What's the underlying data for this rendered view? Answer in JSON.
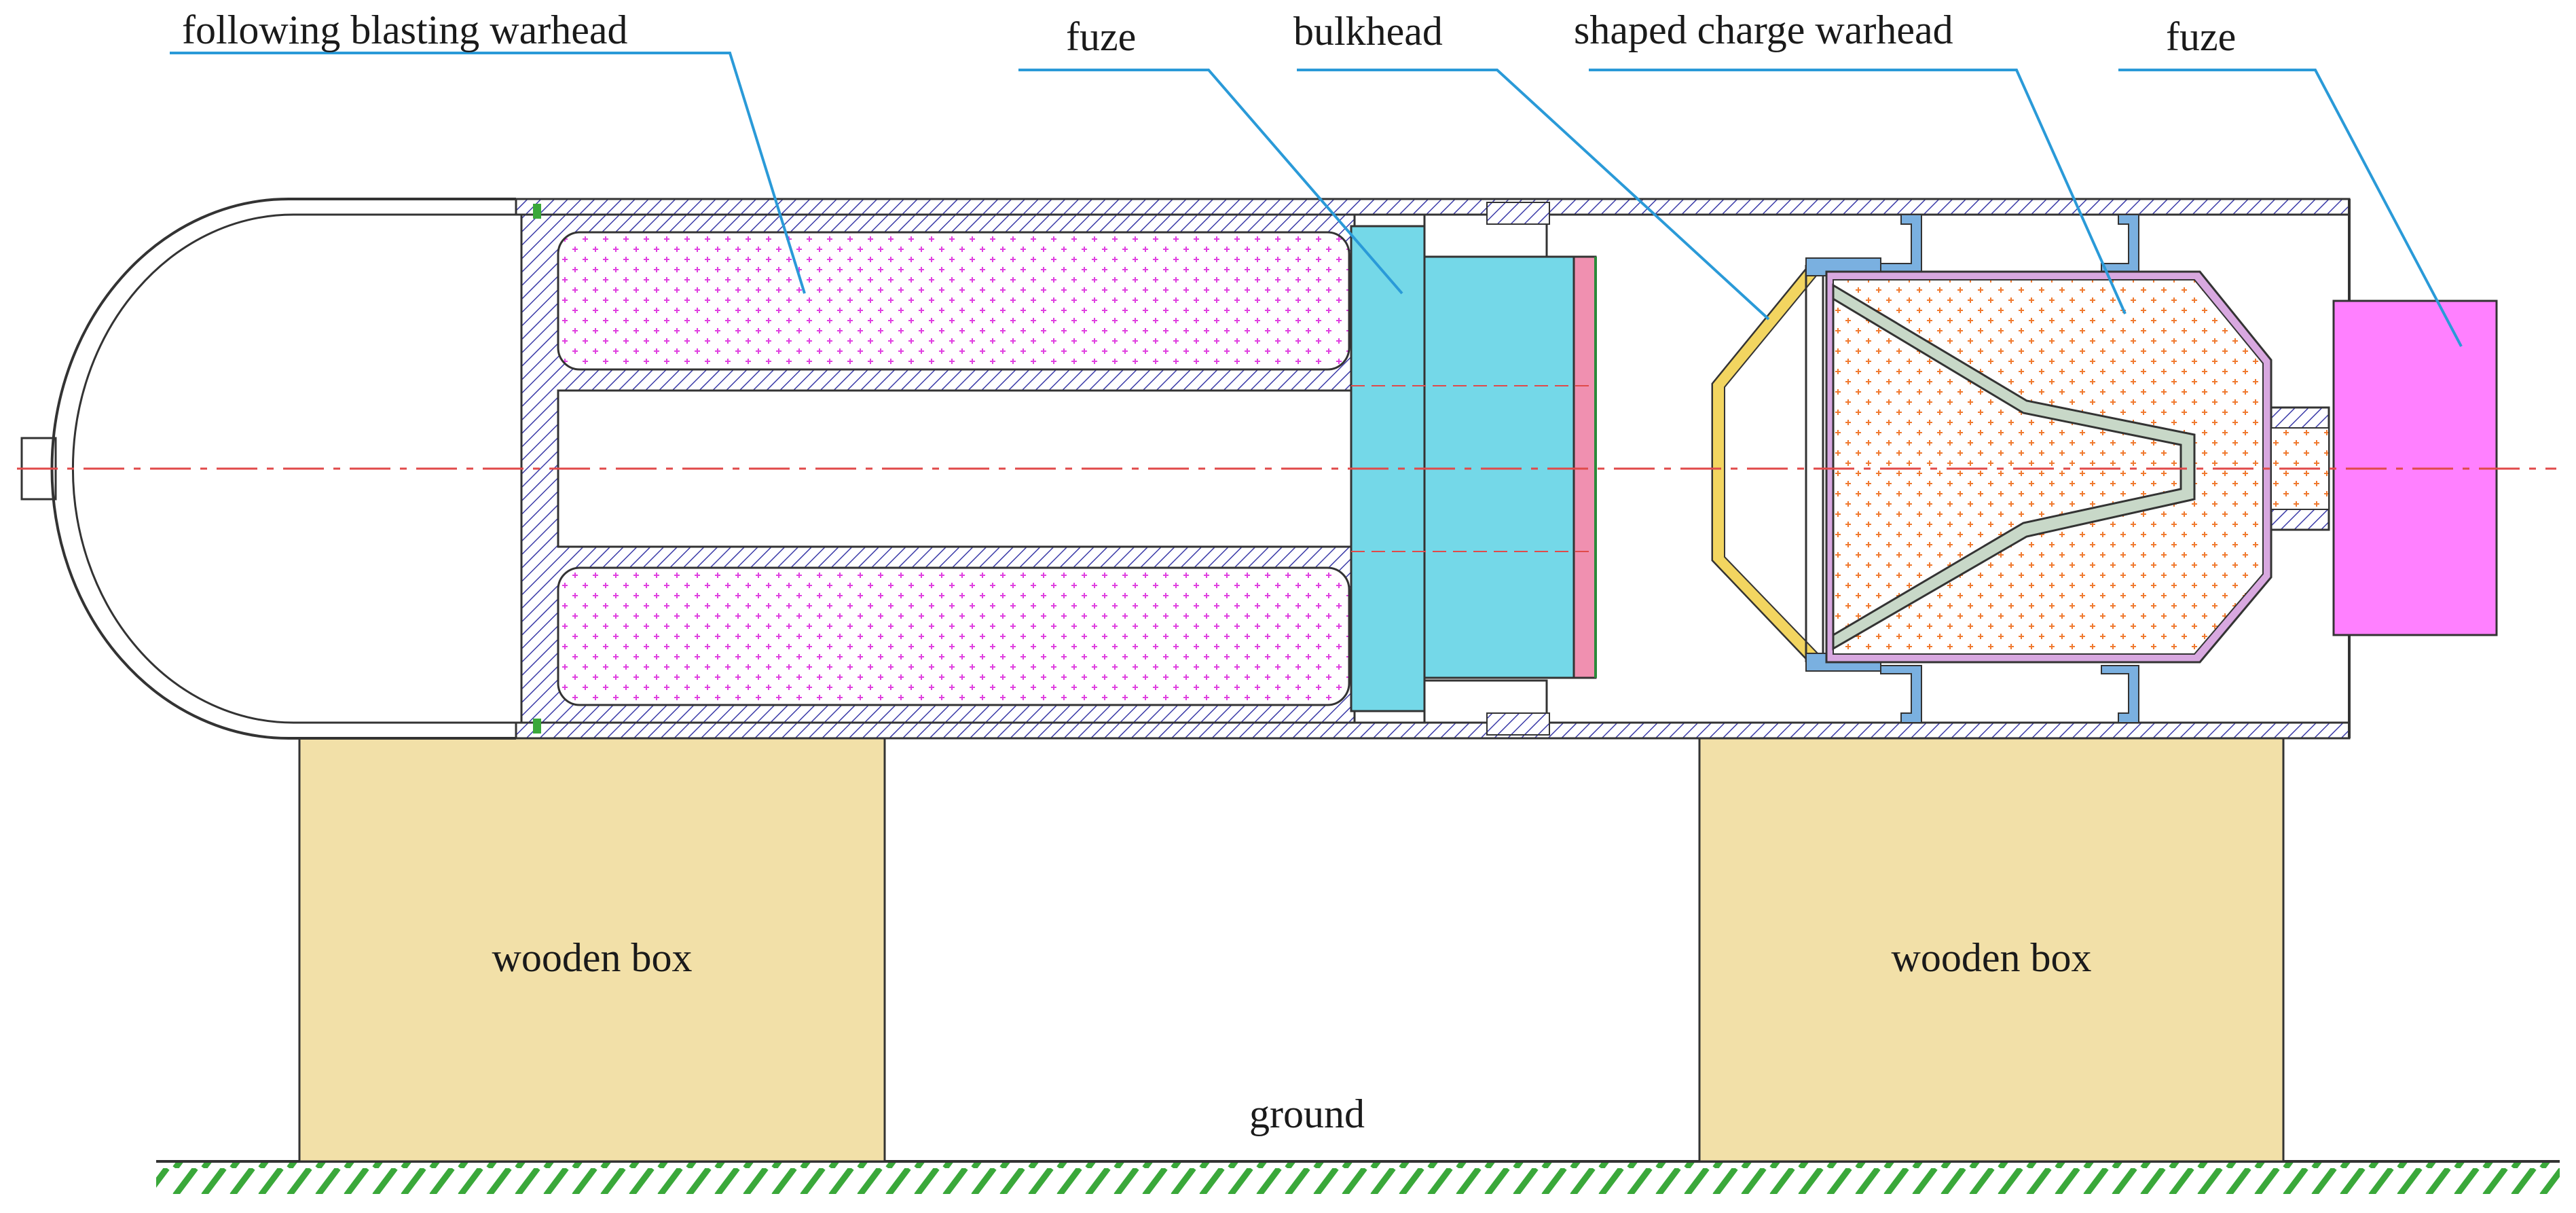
{
  "labels": {
    "following_blasting_warhead": "following blasting warhead",
    "fuze_1": "fuze",
    "bulkhead": "bulkhead",
    "shaped_charge_warhead": "shaped charge warhead",
    "fuze_2": "fuze",
    "wooden_box_left": "wooden box",
    "wooden_box_right": "wooden box",
    "ground": "ground"
  },
  "colors": {
    "outline": "#333333",
    "hatch": "#3b3ba8",
    "leader": "#2a9ad8",
    "centerline": "#e04a4a",
    "explosive_pink": "#e040e0",
    "explosive_orange": "#f07a30",
    "fuze_cyan": "#74d8e8",
    "fuze_magenta": "#ff80ff",
    "bulkhead_yellow": "#f2d560",
    "liner_gray": "#c8d8c8",
    "wooden_box": "#f2e0a8",
    "ground_hatch": "#3aa83a",
    "plate_pink": "#f090b0",
    "flange_blue": "#7ab0e0"
  }
}
